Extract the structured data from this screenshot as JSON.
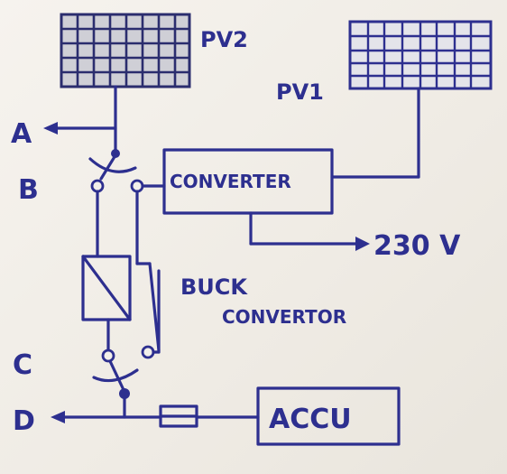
{
  "labels": {
    "pv2": "PV2",
    "pv1": "PV1",
    "a": "A",
    "b": "B",
    "c": "C",
    "d": "D",
    "converter": "CONVERTER",
    "v230": "230 V",
    "buck_line1": "BUCK",
    "buck_line2": "CONVERTOR",
    "accu": "ACCU"
  },
  "colors": {
    "ink": "#2d2f8f",
    "paper": "#f3f0ea"
  }
}
